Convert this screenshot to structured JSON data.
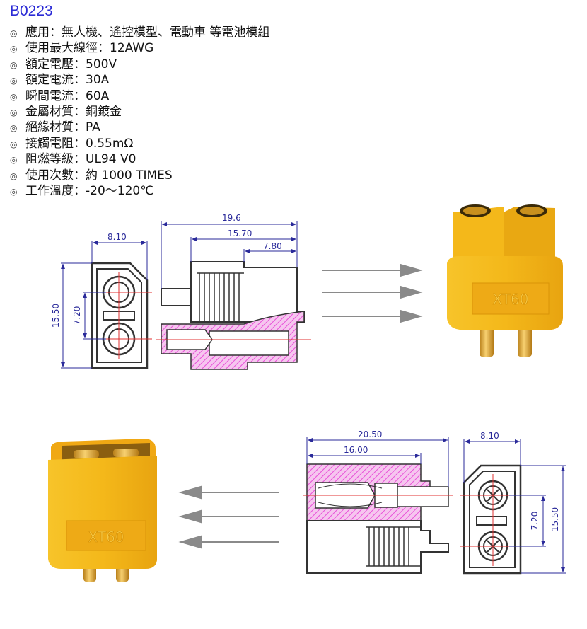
{
  "product_code": "B0223",
  "specs": [
    {
      "label": "應用",
      "value": "無人機、遙控模型、電動車 等電池模組"
    },
    {
      "label": "使用最大線徑",
      "value": "12AWG"
    },
    {
      "label": "額定電壓",
      "value": "500V"
    },
    {
      "label": "額定電流",
      "value": "30A"
    },
    {
      "label": "瞬間電流",
      "value": "60A"
    },
    {
      "label": "金屬材質",
      "value": "銅鍍金"
    },
    {
      "label": "絕緣材質",
      "value": "PA"
    },
    {
      "label": "接觸電阻",
      "value": "0.55mΩ"
    },
    {
      "label": "阻燃等級",
      "value": "UL94 V0"
    },
    {
      "label": "使用次數",
      "value": "約 1000 TIMES"
    },
    {
      "label": "工作溫度",
      "value": "-20～120℃"
    }
  ],
  "spec_separator": "：",
  "bullet_glyph": "◎",
  "female_drawing": {
    "front_width": "8.10",
    "front_height": "15.50",
    "pin_pitch": "7.20",
    "total_length": "19.6",
    "body_length": "15.70",
    "socket_length": "7.80"
  },
  "male_drawing": {
    "total_length": "20.50",
    "body_length": "16.00",
    "front_width": "8.10",
    "pin_pitch": "7.20",
    "front_height": "15.50"
  },
  "connector_marking": "XT60",
  "colors": {
    "housing": "#f4bc1c",
    "housing_dark": "#d9960a",
    "pin": "#e2a82a",
    "hatch": "#e84fd8",
    "dimension": "#2a2a9a",
    "arrow": "#8a8a8a",
    "code_text": "#2b2bd6"
  }
}
